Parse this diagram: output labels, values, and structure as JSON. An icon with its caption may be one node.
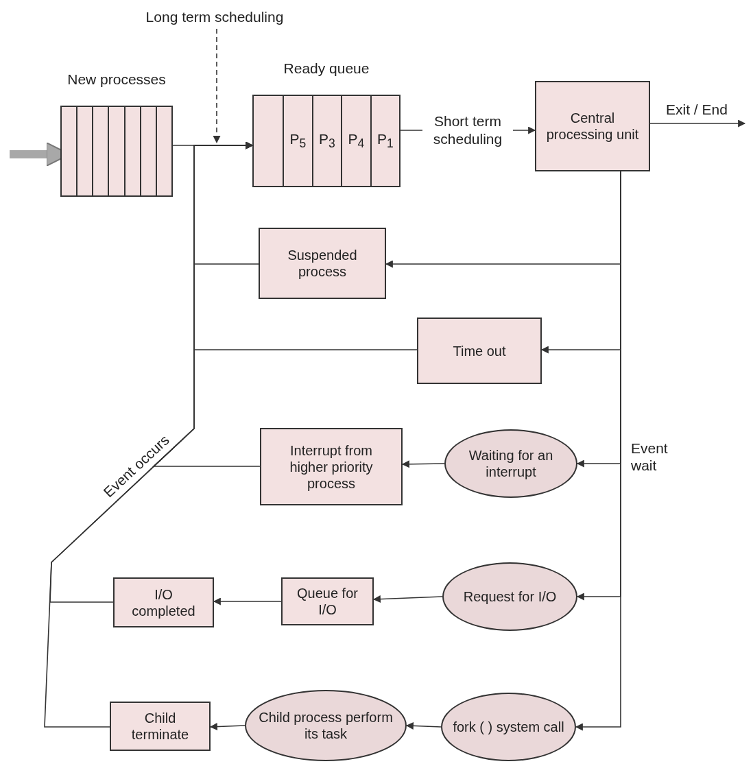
{
  "diagram": {
    "nodes": [
      {
        "text": [
          "Long term scheduling"
        ]
      },
      {
        "text": [
          "New processes"
        ]
      },
      {
        "text": [
          "Ready queue",
          "P$_{5}$",
          "P$_{3}$",
          "P$_{4}$",
          "P$_{1}$"
        ]
      },
      {
        "text": [
          "Central processing unit"
        ]
      },
      {
        "text": [
          "Suspended process"
        ]
      },
      {
        "text": [
          "Time out"
        ]
      },
      {
        "text": [
          "Interrupt from higher priority process"
        ]
      },
      {
        "text": [
          "Waiting for an interrupt"
        ]
      },
      {
        "text": [
          "I/O completed"
        ]
      },
      {
        "text": [
          "Queue for I/O"
        ]
      },
      {
        "text": [
          "Request for I/O"
        ]
      },
      {
        "text": [
          "Child terminate"
        ]
      },
      {
        "text": [
          "Child process perform its task"
        ]
      },
      {
        "text": [
          "fork ( ) system call"
        ]
      }
    ],
    "edges": [
      {
        "from": null,
        "to": 1,
        "arrow": "to",
        "style": "thick",
        "color": "#a8a8a8"
      },
      {
        "from": 0,
        "to": null,
        "arrow": "to",
        "style": "dashed"
      },
      {
        "from": 1,
        "to": 2,
        "arrow": "to"
      },
      {
        "from": 2,
        "to": 3,
        "arrow": "to",
        "label": "Short term scheduling"
      },
      {
        "from": 3,
        "to": null,
        "arrow": "to",
        "label": "Exit / End"
      },
      {
        "from": 3,
        "to": 4,
        "arrow": "to"
      },
      {
        "from": 3,
        "to": 5,
        "arrow": "to"
      },
      {
        "from": 3,
        "to": 7,
        "arrow": "to"
      },
      {
        "from": 3,
        "to": 10,
        "arrow": "to"
      },
      {
        "from": 3,
        "to": 13,
        "arrow": "to"
      },
      {
        "from": 7,
        "to": 6,
        "arrow": "to"
      },
      {
        "from": 10,
        "to": 9,
        "arrow": "to"
      },
      {
        "from": 9,
        "to": 8,
        "arrow": "to"
      },
      {
        "from": 13,
        "to": 12,
        "arrow": "to"
      },
      {
        "from": 12,
        "to": 11,
        "arrow": "to"
      },
      {
        "from": 4,
        "to": 2,
        "arrow": "to"
      },
      {
        "from": 5,
        "to": 2,
        "arrow": "to"
      },
      {
        "from": 6,
        "to": 2,
        "arrow": "to"
      },
      {
        "from": 8,
        "to": 2,
        "arrow": "to"
      },
      {
        "from": 11,
        "to": 2,
        "arrow": "to"
      }
    ],
    "labels": [
      "Event wait",
      "Event occurs"
    ]
  }
}
